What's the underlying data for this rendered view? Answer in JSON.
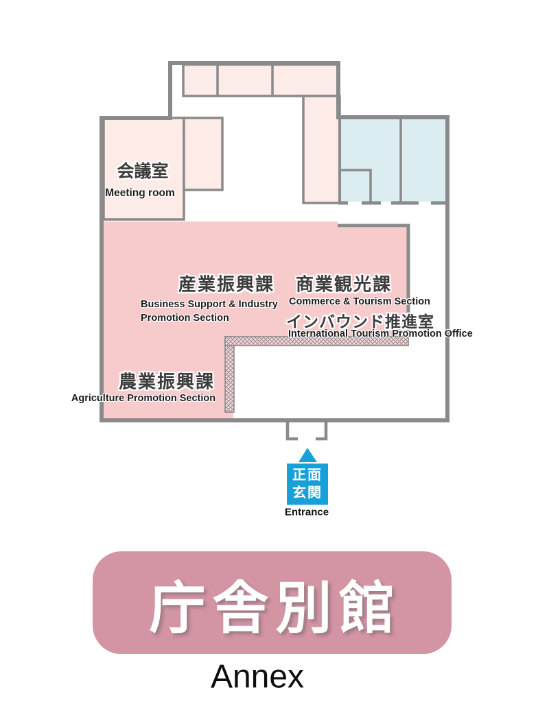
{
  "map_title": {
    "ja": "庁舎別館",
    "en": "Annex"
  },
  "entrance": {
    "sign": "正面\n玄関",
    "caption": "Entrance"
  },
  "rooms": {
    "meeting": {
      "ja": "会議室",
      "en": "Meeting room"
    },
    "industry": {
      "ja": "産業振興課",
      "en": "Business Support & Industry\nPromotion Section"
    },
    "commerce": {
      "ja": "商業観光課",
      "en": "Commerce & Tourism Section"
    },
    "inbound": {
      "ja": "インバウンド推進室",
      "en": "International Tourism Promotion Office"
    },
    "agriculture": {
      "ja": "農業振興課",
      "en": "Agriculture Promotion Section"
    }
  },
  "colors": {
    "wall": "#8a8a8a",
    "room_peach": "#fcebe7",
    "room_blue": "#dcedf2",
    "office_pink": "#f7cbcc",
    "entrance_blue": "#18a0d8",
    "banner_pink": "#d394a3"
  }
}
